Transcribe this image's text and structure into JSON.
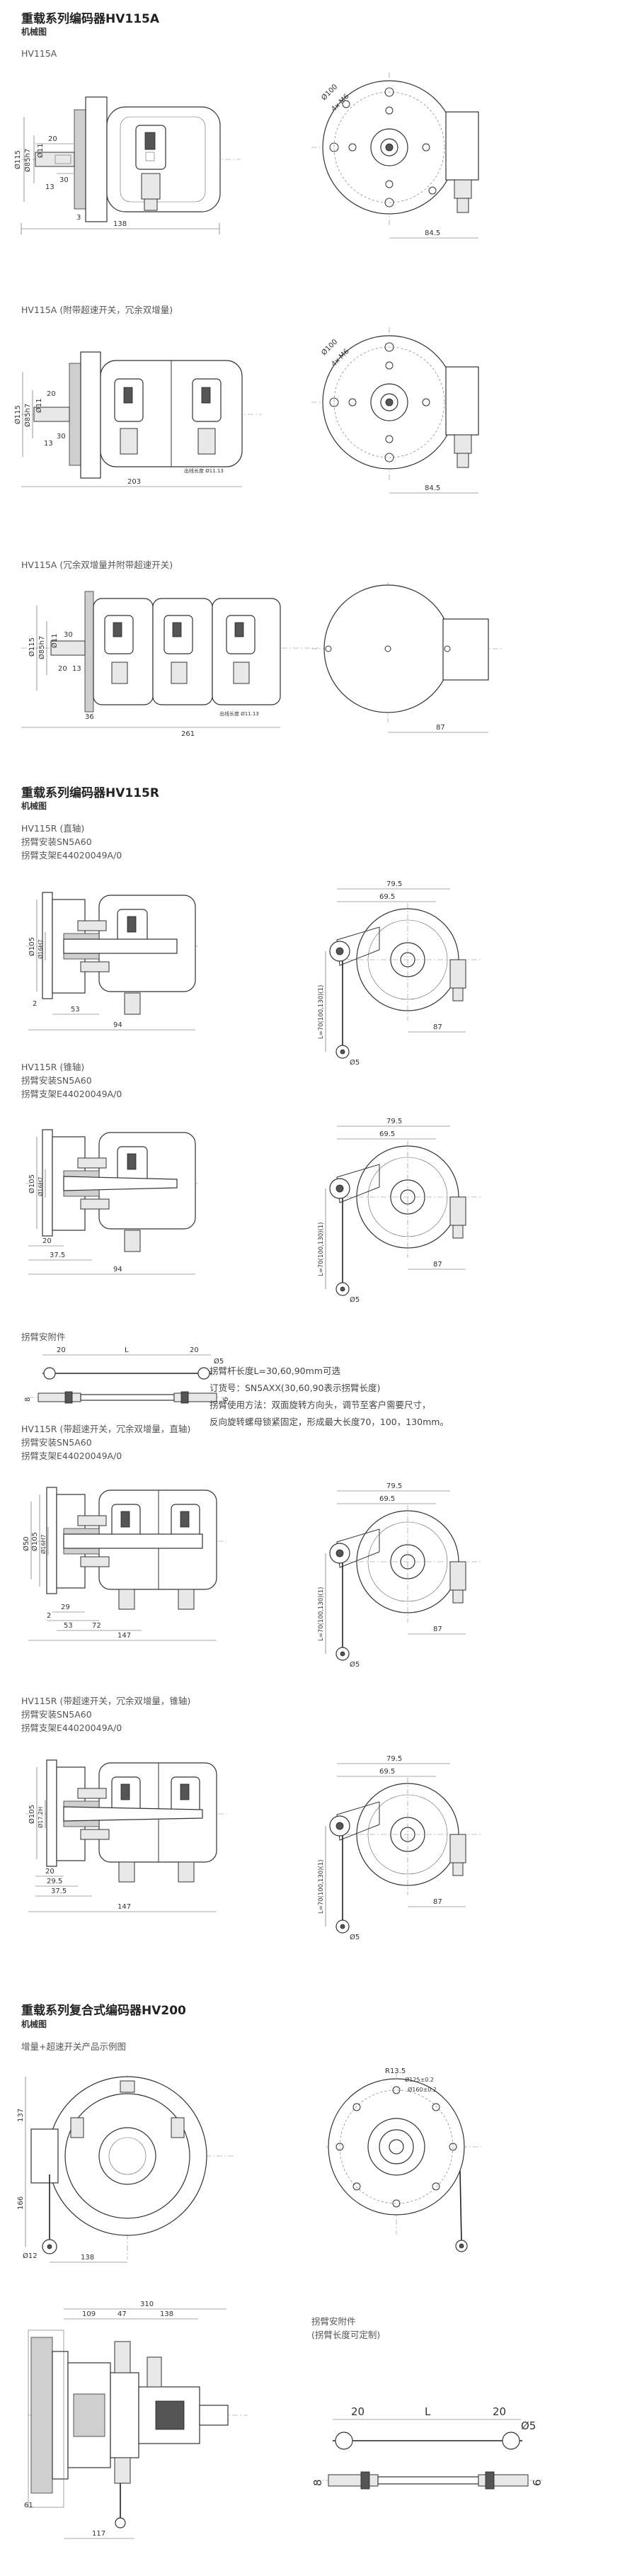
{
  "sections": {
    "hv115a": {
      "title": "重载系列编码器HV115A",
      "subtitle": "机械图"
    },
    "hv115r": {
      "title": "重载系列编码器HV115R",
      "subtitle": "机械图"
    },
    "hv200": {
      "title": "重载系列复合式编码器HV200",
      "subtitle": "机械图"
    }
  },
  "captions": {
    "a1": "HV115A",
    "a2": "HV115A (附带超速开关，冗余双增量)",
    "a3": "HV115A (冗余双增量并附带超速开关)",
    "r1": [
      "HV115R (直轴)",
      "拐臂安装SN5A60",
      "拐臂支架E44020049A/0"
    ],
    "r2": [
      "HV115R (锥轴)",
      "拐臂安装SN5A60",
      "拐臂支架E44020049A/0"
    ],
    "accessory": "拐臂安附件",
    "r3": [
      "HV115R (带超速开关，冗余双增量，直轴)",
      "拐臂安装SN5A60",
      "拐臂支架E44020049A/0"
    ],
    "r4": [
      "HV115R (带超速开关，冗余双增量，锥轴)",
      "拐臂安装SN5A60",
      "拐臂支架E44020049A/0"
    ],
    "hv200_example": "增量+超速开关产品示例图",
    "hv200_arm": [
      "拐臂安附件",
      "(拐臂长度可定制)"
    ]
  },
  "arm_notes": [
    "拐臂杆长度L=30,60,90mm可选",
    "订货号：SN5AXX(30,60,90表示拐臂长度)",
    "拐臂使用方法：双面旋转方向头，调节至客户需要尺寸，",
    "反向旋转螺母锁紧固定，形成最大长度70，100，130mm。"
  ],
  "dims": {
    "a1": {
      "d115": "Ø115",
      "d85": "Ø85h7",
      "d11": "Ø11",
      "s20": "20",
      "s30": "30",
      "s13": "13",
      "s3": "3",
      "len": "138",
      "w": "84.5",
      "bolt": "Ø100",
      "hole": "4x M6"
    },
    "a2": {
      "d115": "Ø115",
      "d85": "Ø85h7",
      "d11": "Ø11",
      "s20": "20",
      "s30": "30",
      "s13": "13",
      "len": "203",
      "w": "84.5",
      "bolt": "Ø100",
      "hole": "4x M6",
      "label": "出线长度 Ø11.13"
    },
    "a3": {
      "d115": "Ø115",
      "d85": "Ø85h7",
      "d11": "Ø11",
      "s30": "30",
      "s20": "20",
      "s13": "13",
      "s36": "36",
      "len": "261",
      "w": "87",
      "label": "出线长度 Ø11.13"
    },
    "r1": {
      "d105": "Ø105",
      "dsh": "Ø16H7",
      "s2": "2",
      "s53": "53",
      "s94": "94",
      "w1": "79.5",
      "w2": "69.5",
      "w3": "87",
      "arm": "L=70(100,130)(1)",
      "d5": "Ø5"
    },
    "r2": {
      "d105": "Ø105",
      "dsh": "Ø16H7",
      "s20": "20",
      "s37": "37.5",
      "s94": "94",
      "w1": "79.5",
      "w2": "69.5",
      "w3": "87",
      "arm": "L=70(100,130)(1)",
      "d5": "Ø5"
    },
    "acc": {
      "s20a": "20",
      "L": "L",
      "s20b": "20",
      "d5": "Ø5",
      "s8": "8",
      "s6": "6"
    },
    "r3": {
      "d50": "Ø50",
      "d105": "Ø105",
      "dsh": "Ø16H7",
      "s29": "29",
      "s2": "2",
      "s53": "53",
      "s72": "72",
      "s147": "147",
      "w1": "79.5",
      "w2": "69.5",
      "w3": "87",
      "arm": "L=70(100,130)(1)",
      "d5": "Ø5"
    },
    "r4": {
      "d105": "Ø105",
      "dsh": "Ø17.2H",
      "s20": "20",
      "s29": "29.5",
      "s37": "37.5",
      "s147": "147",
      "w1": "79.5",
      "w2": "69.5",
      "w3": "87",
      "arm": "L=70(100,130)(1)",
      "d5": "Ø5"
    },
    "hv200": {
      "s137": "137",
      "s166": "166",
      "s138": "138",
      "d12": "Ø12",
      "r135": "R13.5",
      "d125": "Ø125±0.2",
      "d160": "Ø160±0.2",
      "s109": "109",
      "s47": "47",
      "s138b": "138",
      "s310": "310",
      "s61": "61",
      "s117": "117",
      "arm_s20a": "20",
      "arm_L": "L",
      "arm_s20b": "20",
      "arm_d5": "Ø5",
      "arm_s8": "8",
      "arm_s6": "6"
    }
  }
}
